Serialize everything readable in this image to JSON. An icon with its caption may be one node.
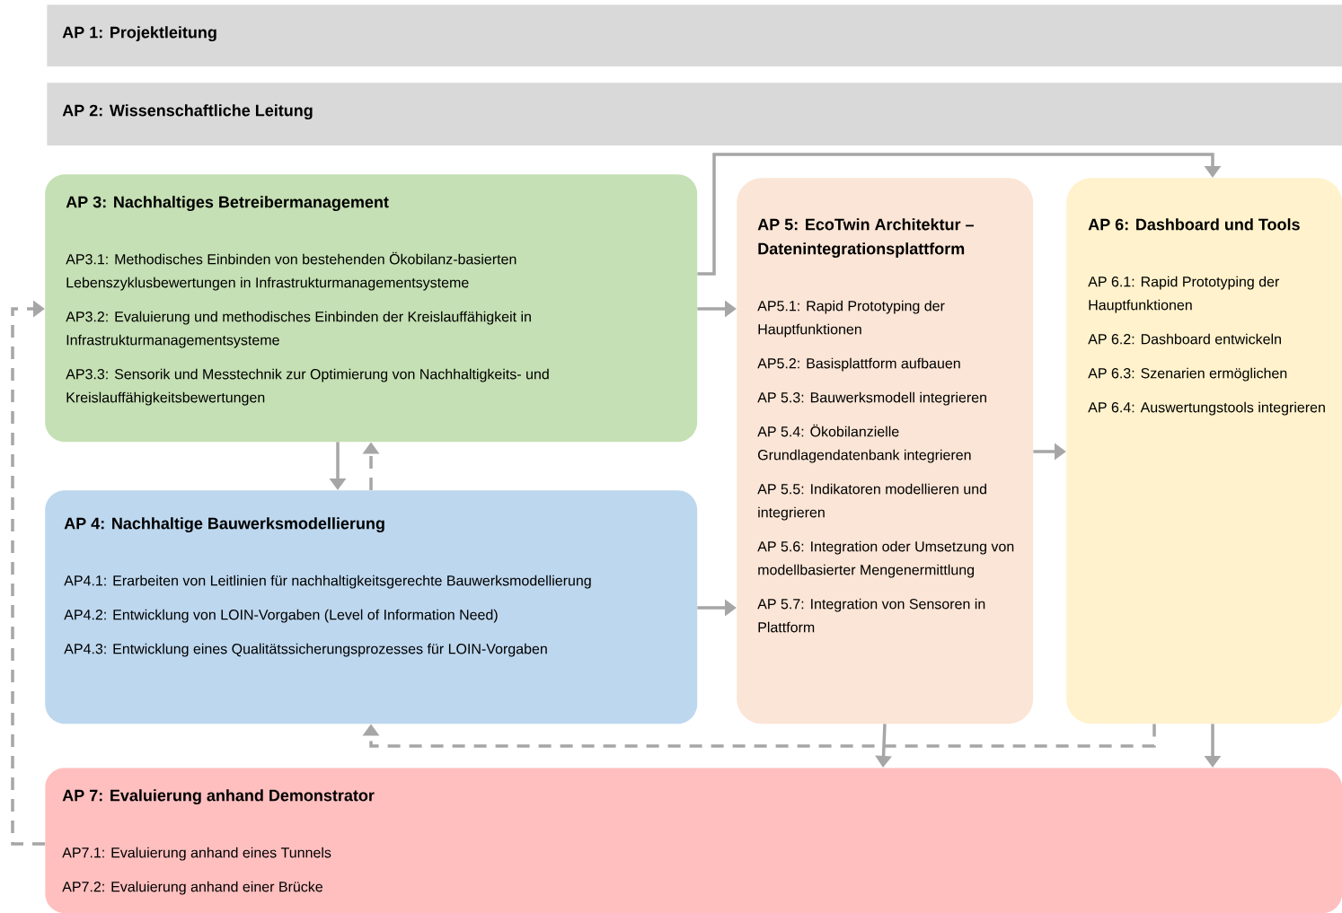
{
  "diagram": {
    "nodes": [
      {
        "text": [
          "AP 1: Projektleitung"
        ]
      },
      {
        "text": [
          "AP 2: Wissenschaftliche Leitung"
        ]
      },
      {
        "text": [
          "AP 3: Nachhaltiges Betreibermanagement",
          "AP3.1: Methodisches Einbinden von bestehenden Ökobilanz-basierten Lebenszyklusbewertungen in Infrastrukturmanagementsysteme",
          "AP3.2: Evaluierung und methodisches Einbinden der Kreislauffähigkeit in Infrastrukturmanagementsysteme",
          "AP3.3: Sensorik und Messtechnik zur Optimierung von Nachhaltigkeits- und Kreislauffähigkeitsbewertungen"
        ]
      },
      {
        "text": [
          "AP 4: Nachhaltige Bauwerksmodellierung",
          "AP4.1: Erarbeiten von Leitlinien für nachhaltigkeitsgerechte Bauwerksmodellierung",
          "AP4.2: Entwicklung von LOIN-Vorgaben (Level of Information Need)",
          "AP4.3: Entwicklung eines Qualitätssicherungsprozesses für LOIN-Vorgaben"
        ]
      },
      {
        "text": [
          "AP 5: EcoTwin Architektur – Datenintegrationsplattform",
          "AP5.1: Rapid Prototyping der Hauptfunktionen",
          "AP5.2: Basisplattform aufbauen",
          "AP 5.3: Bauwerksmodell integrieren",
          "AP 5.4: Ökobilanzielle Grundlagendatenbank integrieren",
          "AP 5.5: Indikatoren modellieren und integrieren",
          "AP 5.6: Integration oder Umsetzung von modellbasierter Mengenermittlung",
          "AP 5.7: Integration von Sensoren in Plattform"
        ]
      },
      {
        "text": [
          "AP 6: Dashboard und Tools",
          "AP 6.1: Rapid Prototyping der Hauptfunktionen",
          "AP 6.2: Dashboard entwickeln",
          "AP 6.3: Szenarien ermöglichen",
          "AP 6.4: Auswertungstools integrieren"
        ]
      },
      {
        "text": [
          "AP 7: Evaluierung anhand Demonstrator",
          "AP7.1: Evaluierung anhand eines Tunnels",
          "AP7.2: Evaluierung anhand einer Brücke"
        ]
      }
    ],
    "edges": [
      {
        "from": 2,
        "to": 5,
        "arrow": "to"
      },
      {
        "from": 2,
        "to": 4,
        "arrow": "to"
      },
      {
        "from": 3,
        "to": 4,
        "arrow": "to"
      },
      {
        "from": 4,
        "to": 5,
        "arrow": "to"
      },
      {
        "from": 2,
        "to": 3,
        "arrow": "to"
      },
      {
        "from": 3,
        "to": 2,
        "arrow": "to",
        "style": "dashed"
      },
      {
        "from": 4,
        "to": 6,
        "arrow": "to"
      },
      {
        "from": 5,
        "to": 6,
        "arrow": "to"
      },
      {
        "from": 6,
        "to": 2,
        "arrow": "to",
        "style": "dashed"
      },
      {
        "from": 5,
        "to": 3,
        "arrow": "to",
        "style": "dashed"
      }
    ]
  }
}
